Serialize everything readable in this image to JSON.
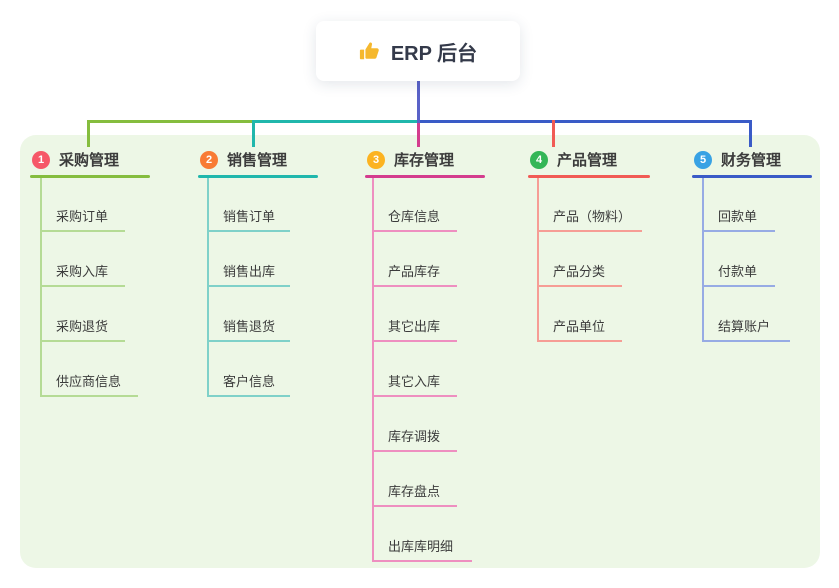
{
  "root": {
    "title": "ERP 后台",
    "icon": "thumbs-up-icon"
  },
  "branches": [
    {
      "index": "1",
      "label": "采购管理",
      "color": "#85bd3e",
      "light_color": "#b5db95",
      "badge_color": "#f65868",
      "children": [
        "采购订单",
        "采购入库",
        "采购退货",
        "供应商信息"
      ]
    },
    {
      "index": "2",
      "label": "销售管理",
      "color": "#20b7ac",
      "light_color": "#7fd1c9",
      "badge_color": "#f87b34",
      "children": [
        "销售订单",
        "销售出库",
        "销售退货",
        "客户信息"
      ]
    },
    {
      "index": "3",
      "label": "库存管理",
      "color": "#d43d8e",
      "light_color": "#ee8fc0",
      "badge_color": "#fcb321",
      "children": [
        "仓库信息",
        "产品库存",
        "其它出库",
        "其它入库",
        "库存调拨",
        "库存盘点",
        "出库库明细"
      ]
    },
    {
      "index": "4",
      "label": "产品管理",
      "color": "#f15b55",
      "light_color": "#f69d95",
      "badge_color": "#34b657",
      "children": [
        "产品（物料）",
        "产品分类",
        "产品单位"
      ]
    },
    {
      "index": "5",
      "label": "财务管理",
      "color": "#3a5bc7",
      "light_color": "#97abe4",
      "badge_color": "#38a2e4",
      "children": [
        "回款单",
        "付款单",
        "结算账户"
      ]
    }
  ],
  "colors": {
    "page_bg": "#ffffff",
    "panel_bg": "#edf7e6",
    "root_connector": "#5a62c8",
    "text": "#3c3c3c",
    "thumb_icon": "#f5b82e"
  }
}
